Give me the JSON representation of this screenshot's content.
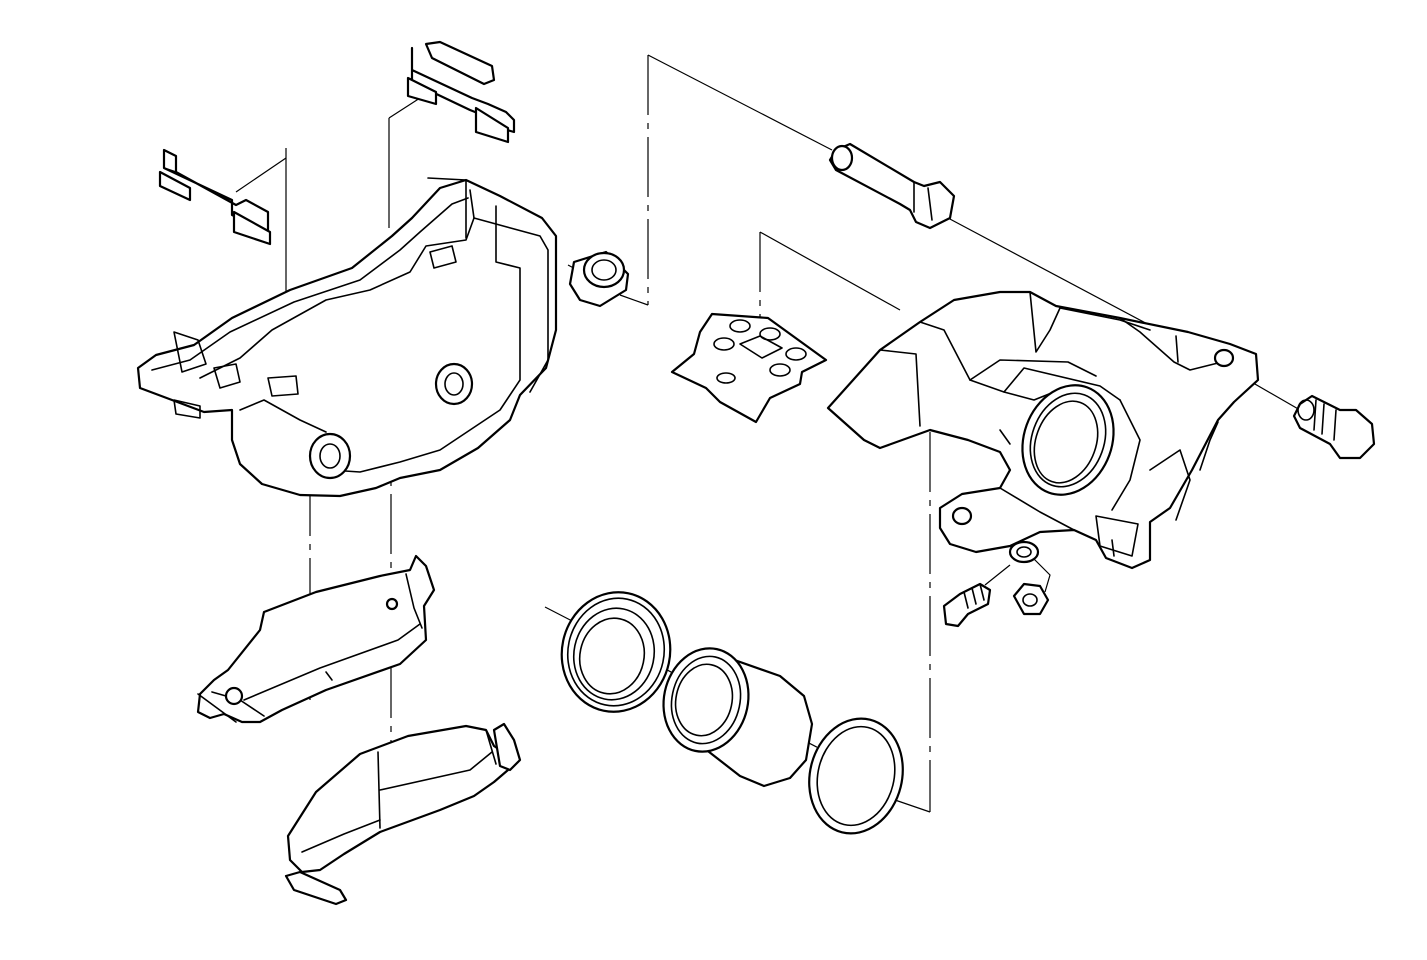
{
  "diagram": {
    "parts": [
      {
        "id": "anti-rattle-clip-upper",
        "icon": "clip-icon"
      },
      {
        "id": "anti-rattle-clip-lower",
        "icon": "clip-icon"
      },
      {
        "id": "caliper-bracket",
        "icon": "bracket-icon"
      },
      {
        "id": "bushing",
        "icon": "bushing-icon"
      },
      {
        "id": "guide-pin-bolt",
        "icon": "bolt-icon"
      },
      {
        "id": "pad-shim",
        "icon": "shim-icon"
      },
      {
        "id": "caliper-housing",
        "icon": "caliper-icon"
      },
      {
        "id": "mounting-bolt",
        "icon": "bolt-icon"
      },
      {
        "id": "bleeder-valve",
        "icon": "bleeder-icon"
      },
      {
        "id": "bleeder-cap",
        "icon": "cap-icon"
      },
      {
        "id": "outer-brake-pad",
        "icon": "pad-icon"
      },
      {
        "id": "inner-brake-pad",
        "icon": "pad-icon"
      },
      {
        "id": "dust-boot",
        "icon": "boot-icon"
      },
      {
        "id": "piston",
        "icon": "piston-icon"
      },
      {
        "id": "piston-seal",
        "icon": "seal-icon"
      }
    ],
    "line_color": "#000000",
    "background": "#ffffff"
  }
}
